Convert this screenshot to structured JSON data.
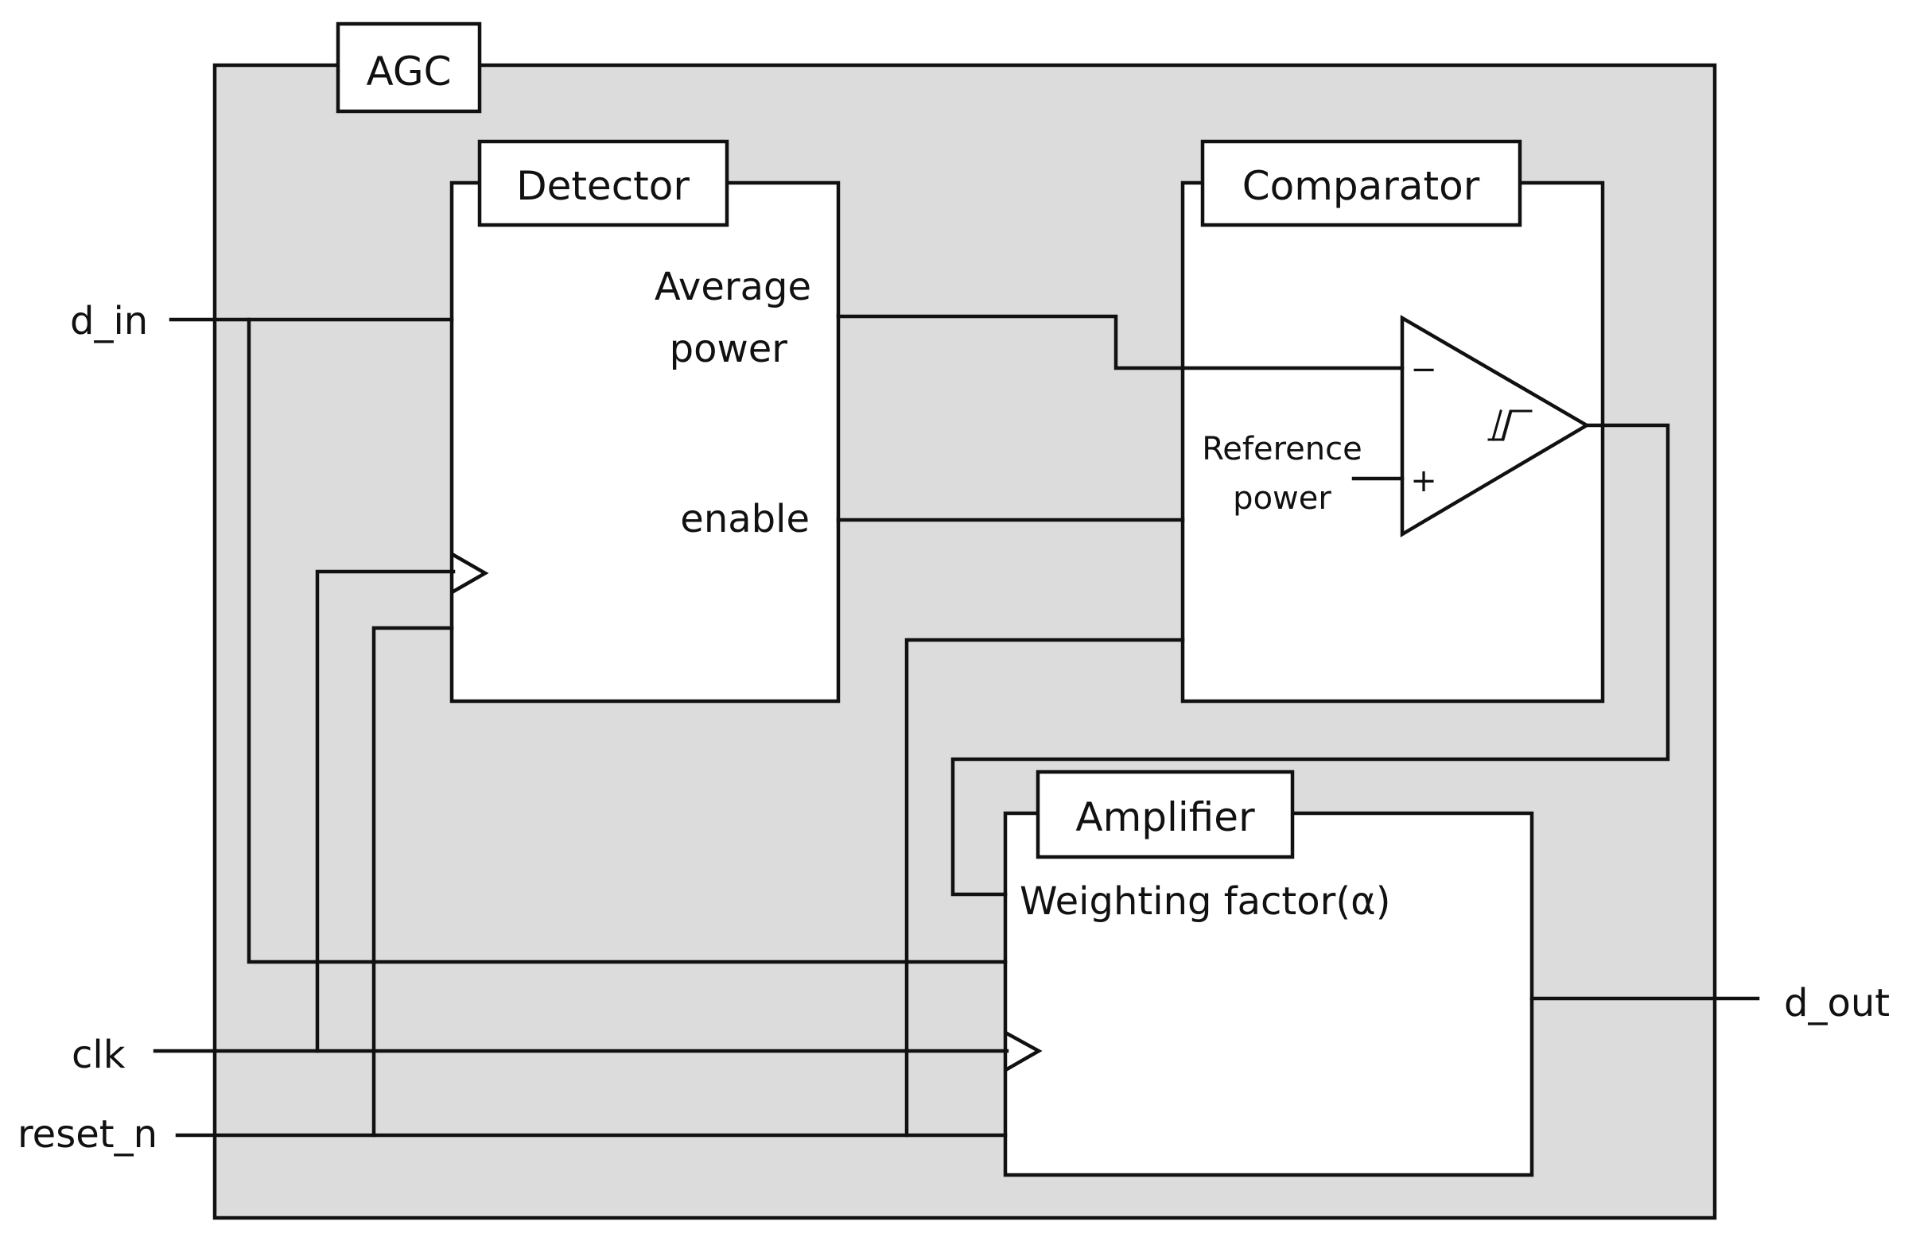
{
  "module": {
    "title": "AGC",
    "fill_color": "#dcdcdc",
    "line_color": "#111111"
  },
  "ports": {
    "d_in": "d_in",
    "clk": "clk",
    "reset_n": "reset_n",
    "d_out": "d_out"
  },
  "detector": {
    "title": "Detector",
    "out_average_line1": "Average",
    "out_average_line2": "power",
    "out_enable": "enable"
  },
  "comparator": {
    "title": "Comparator",
    "ref_line1": "Reference",
    "ref_line2": "power",
    "minus_sign": "−",
    "plus_sign": "+"
  },
  "amplifier": {
    "title": "Amplifier",
    "weighting_label": "Weighting factor(α)"
  }
}
